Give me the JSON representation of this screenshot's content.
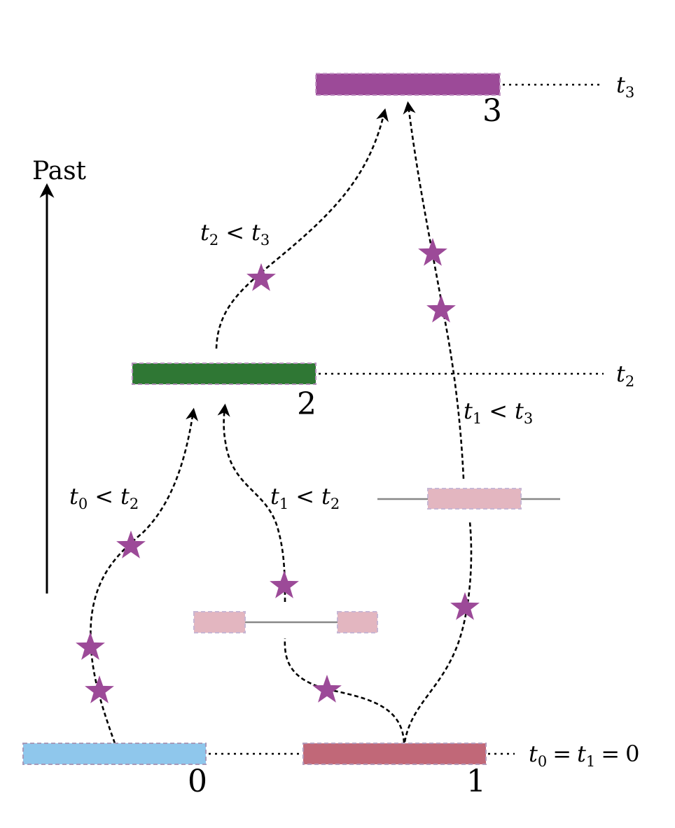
{
  "axis": {
    "label": "Past"
  },
  "nodes": [
    {
      "id": "0",
      "label": "0",
      "color": "#8fc7ec"
    },
    {
      "id": "1",
      "label": "1",
      "color": "#c16878"
    },
    {
      "id": "2",
      "label": "2",
      "color": "#2f7734"
    },
    {
      "id": "3",
      "label": "3",
      "color": "#9c4a98"
    }
  ],
  "fragment_color": "#e3b6c0",
  "star_color": "#9c4a98",
  "time_labels": {
    "t3": {
      "var": "t",
      "sub": "3"
    },
    "t2": {
      "var": "t",
      "sub": "2"
    },
    "t01": {
      "a": "t",
      "a_sub": "0",
      "op1": "=",
      "b": "t",
      "b_sub": "1",
      "op2": "=",
      "c": "0"
    }
  },
  "constraints": {
    "t2_lt_t3": {
      "a": "t",
      "a_sub": "2",
      "op": "<",
      "b": "t",
      "b_sub": "3"
    },
    "t1_lt_t3": {
      "a": "t",
      "a_sub": "1",
      "op": "<",
      "b": "t",
      "b_sub": "3"
    },
    "t0_lt_t2": {
      "a": "t",
      "a_sub": "0",
      "op": "<",
      "b": "t",
      "b_sub": "2"
    },
    "t1_lt_t2": {
      "a": "t",
      "a_sub": "1",
      "op": "<",
      "b": "t",
      "b_sub": "2"
    }
  }
}
